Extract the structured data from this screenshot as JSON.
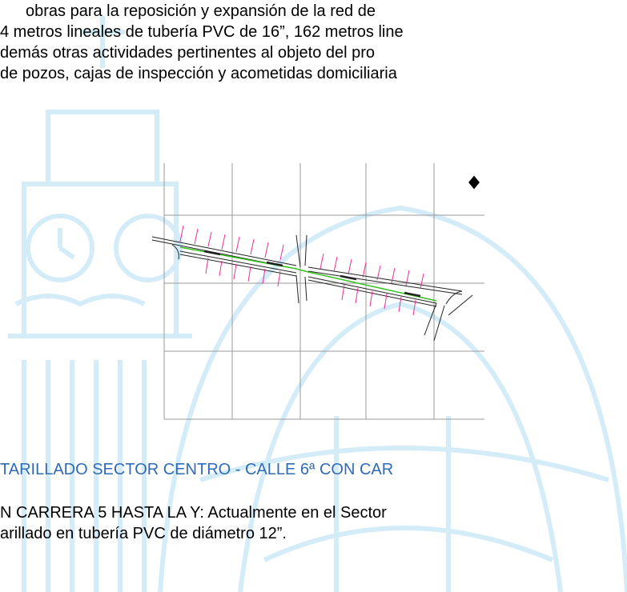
{
  "document": {
    "intro_lines": [
      "obras para la reposición y expansión de la red de",
      "4 metros lineales de tubería PVC de 16”, 162 metros line",
      "demás otras actividades pertinentes al objeto del pro",
      "de pozos, cajas de inspección y acometidas domiciliaria"
    ],
    "section_heading": "TARILLADO SECTOR CENTRO - CALLE 6ª CON CAR",
    "body_lines": [
      "N CARRERA 5 HASTA LA Y: Actualmente en el Sector",
      "arillado en tubería PVC de diámetro 12”."
    ]
  },
  "colors": {
    "heading": "#2f6ab8",
    "watermark": "#d3ecf8",
    "pipe": "#34c21e",
    "marker": "#ee2e9a",
    "grid": "#9a9a9a"
  },
  "icons": [
    "north-arrow-icon",
    "building-watermark"
  ]
}
